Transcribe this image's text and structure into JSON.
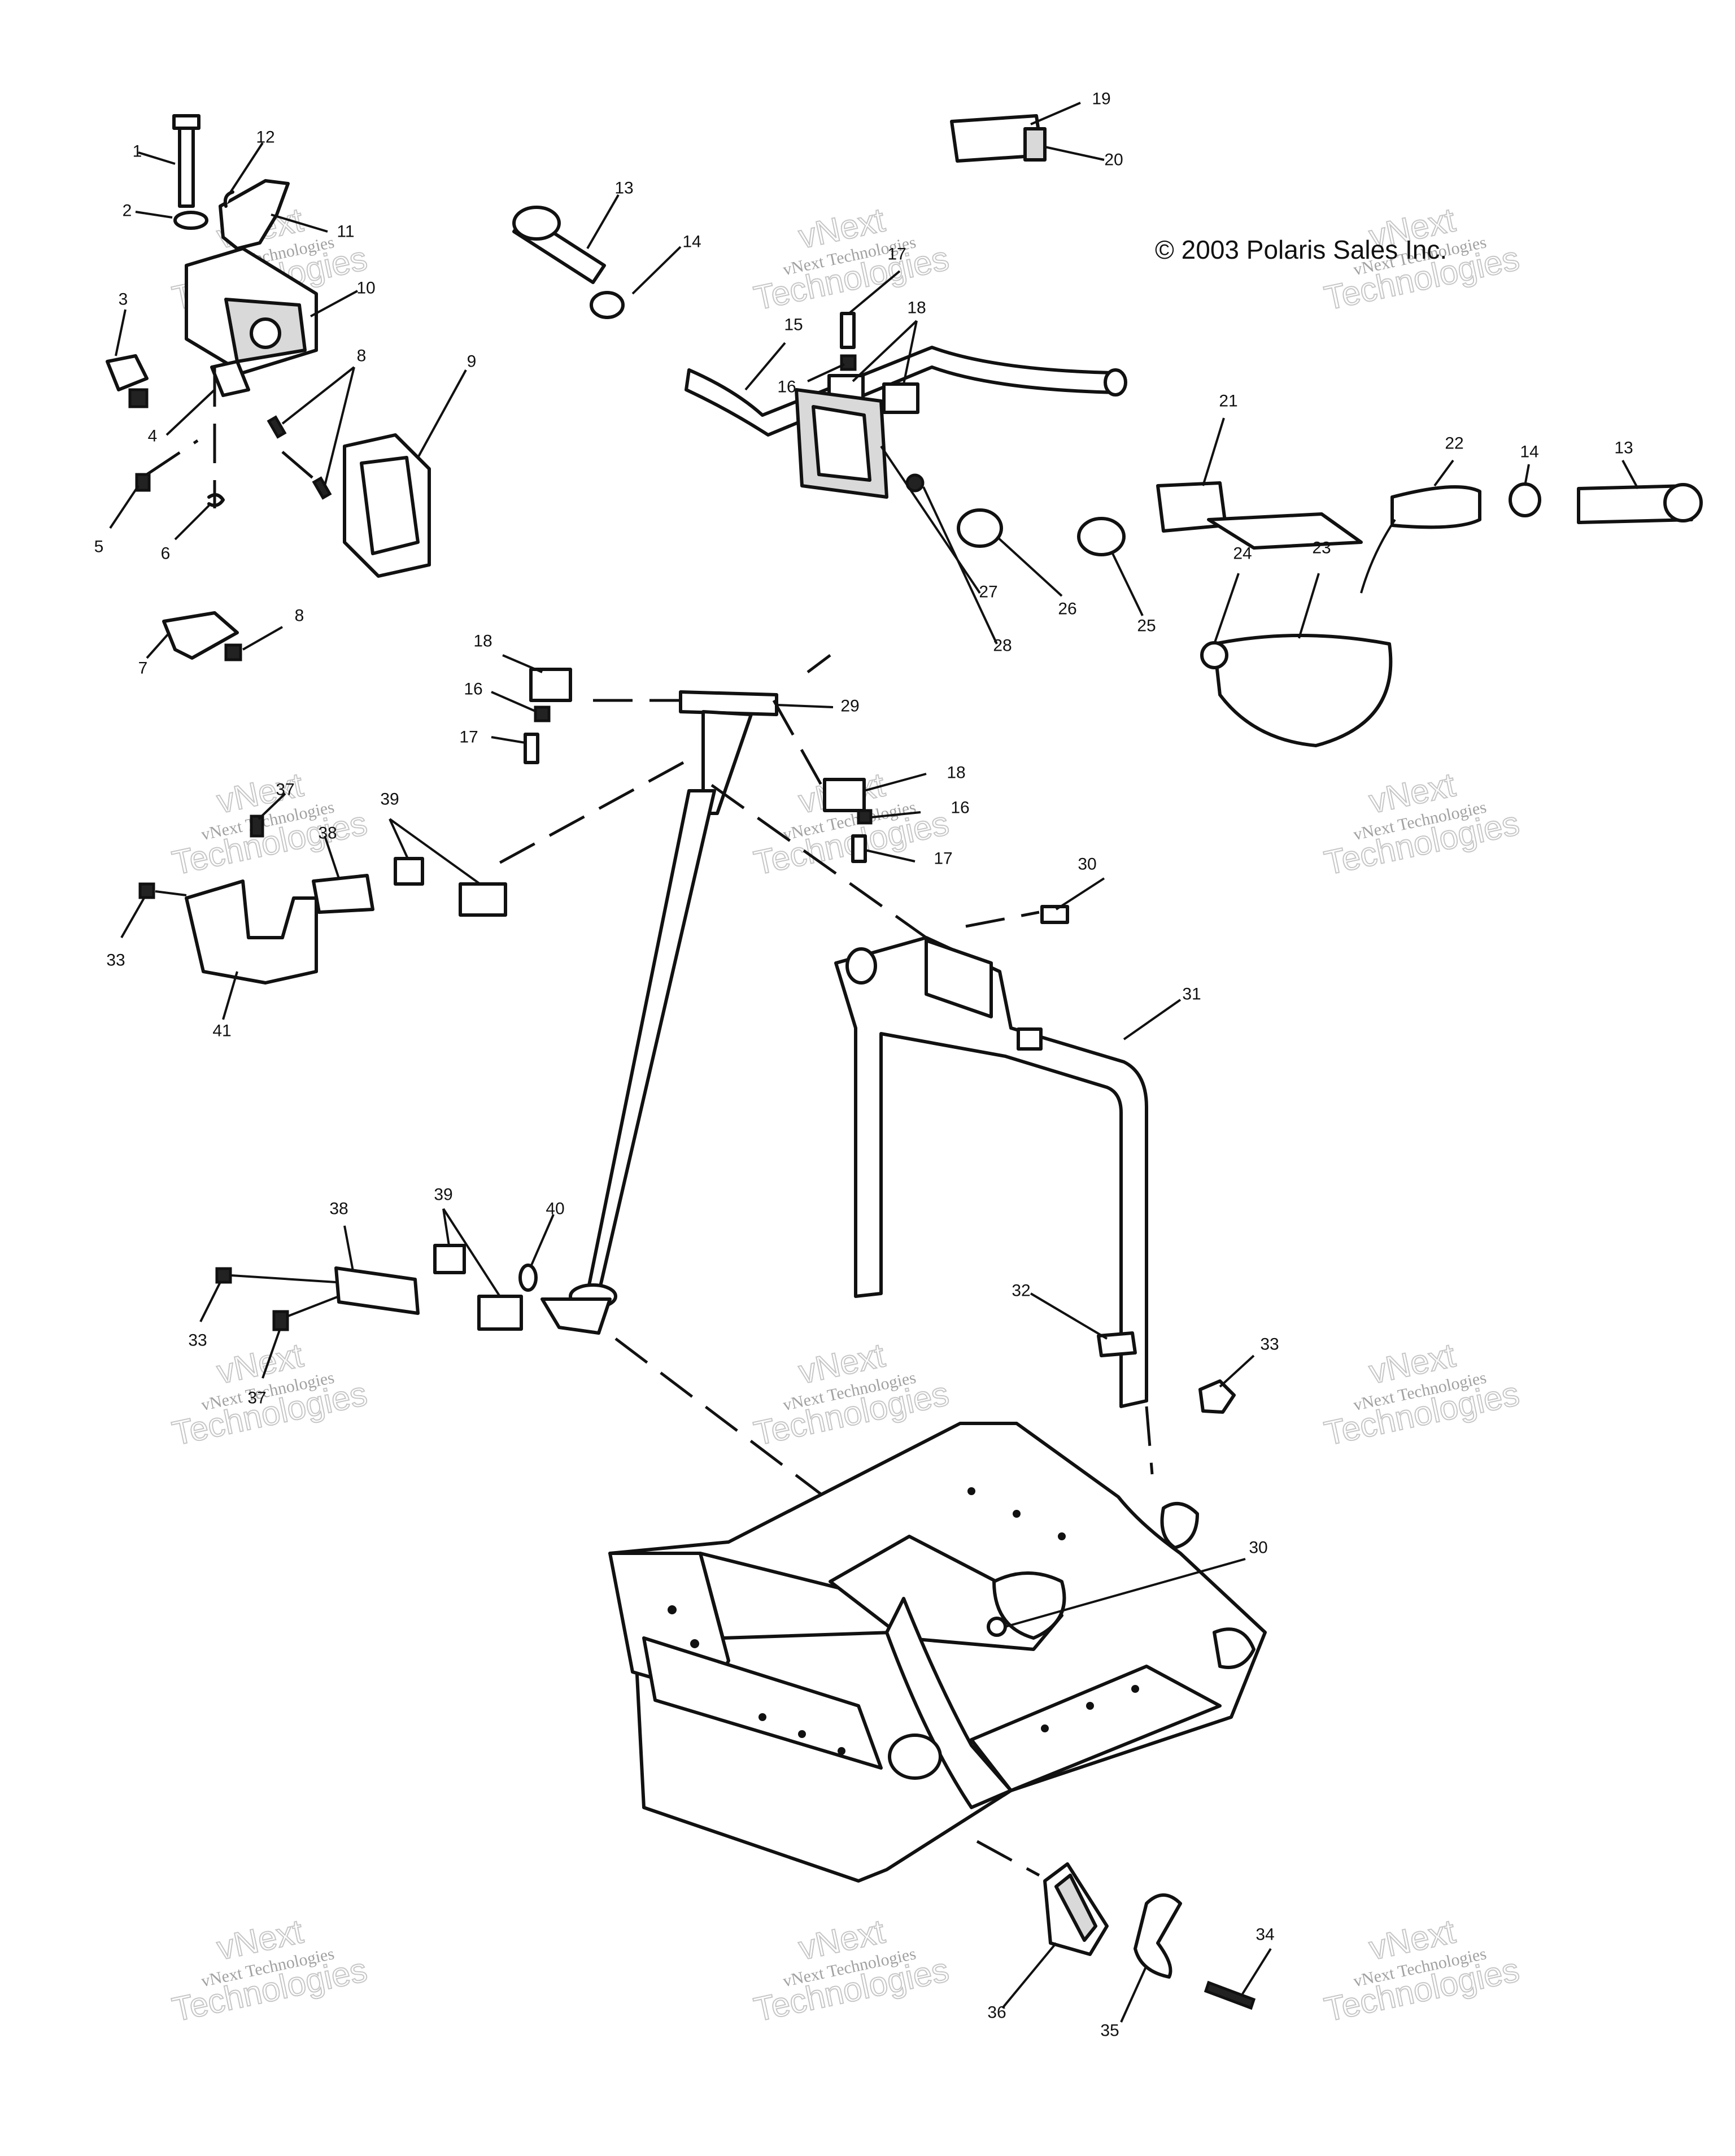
{
  "copyright": "© 2003 Polaris Sales Inc.",
  "watermark": {
    "brand": "vNext",
    "line1": "vNext Technologies",
    "line2": "Technologies"
  },
  "callouts": [
    {
      "id": "c1",
      "label": "1"
    },
    {
      "id": "c2",
      "label": "2"
    },
    {
      "id": "c3",
      "label": "3"
    },
    {
      "id": "c4",
      "label": "4"
    },
    {
      "id": "c5",
      "label": "5"
    },
    {
      "id": "c6",
      "label": "6"
    },
    {
      "id": "c7",
      "label": "7"
    },
    {
      "id": "c8a",
      "label": "8"
    },
    {
      "id": "c8b",
      "label": "8"
    },
    {
      "id": "c9",
      "label": "9"
    },
    {
      "id": "c10",
      "label": "10"
    },
    {
      "id": "c11",
      "label": "11"
    },
    {
      "id": "c12",
      "label": "12"
    },
    {
      "id": "c13a",
      "label": "13"
    },
    {
      "id": "c13b",
      "label": "13"
    },
    {
      "id": "c14a",
      "label": "14"
    },
    {
      "id": "c14b",
      "label": "14"
    },
    {
      "id": "c15",
      "label": "15"
    },
    {
      "id": "c16a",
      "label": "16"
    },
    {
      "id": "c16b",
      "label": "16"
    },
    {
      "id": "c16c",
      "label": "16"
    },
    {
      "id": "c17a",
      "label": "17"
    },
    {
      "id": "c17b",
      "label": "17"
    },
    {
      "id": "c17c",
      "label": "17"
    },
    {
      "id": "c18a",
      "label": "18"
    },
    {
      "id": "c18b",
      "label": "18"
    },
    {
      "id": "c18c",
      "label": "18"
    },
    {
      "id": "c19",
      "label": "19"
    },
    {
      "id": "c20",
      "label": "20"
    },
    {
      "id": "c21",
      "label": "21"
    },
    {
      "id": "c22",
      "label": "22"
    },
    {
      "id": "c23",
      "label": "23"
    },
    {
      "id": "c24",
      "label": "24"
    },
    {
      "id": "c25",
      "label": "25"
    },
    {
      "id": "c26",
      "label": "26"
    },
    {
      "id": "c27",
      "label": "27"
    },
    {
      "id": "c28",
      "label": "28"
    },
    {
      "id": "c29",
      "label": "29"
    },
    {
      "id": "c30a",
      "label": "30"
    },
    {
      "id": "c30b",
      "label": "30"
    },
    {
      "id": "c31",
      "label": "31"
    },
    {
      "id": "c32",
      "label": "32"
    },
    {
      "id": "c33a",
      "label": "33"
    },
    {
      "id": "c33b",
      "label": "33"
    },
    {
      "id": "c33c",
      "label": "33"
    },
    {
      "id": "c34",
      "label": "34"
    },
    {
      "id": "c35",
      "label": "35"
    },
    {
      "id": "c36",
      "label": "36"
    },
    {
      "id": "c37a",
      "label": "37"
    },
    {
      "id": "c37b",
      "label": "37"
    },
    {
      "id": "c38a",
      "label": "38"
    },
    {
      "id": "c38b",
      "label": "38"
    },
    {
      "id": "c39a",
      "label": "39"
    },
    {
      "id": "c39b",
      "label": "39"
    },
    {
      "id": "c40",
      "label": "40"
    },
    {
      "id": "c41",
      "label": "41"
    }
  ]
}
